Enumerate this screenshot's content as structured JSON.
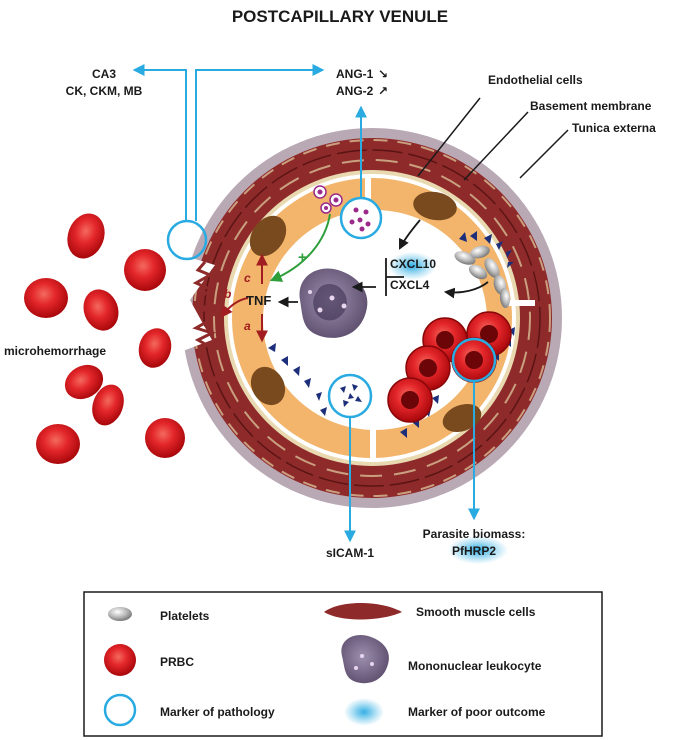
{
  "title": "POSTCAPILLARY VENULE",
  "markers": {
    "top_left_line1": "CA3",
    "top_left_line2": "CK, CKM, MB",
    "ang1": "ANG-1",
    "ang2": "ANG-2",
    "ang1_arrow": "↘",
    "ang2_arrow": "↗",
    "cxcl10": "CXCL10",
    "cxcl4": "CXCL4",
    "tnf": "TNF",
    "path_a": "a",
    "path_b": "b",
    "path_c": "c",
    "plus_sign": "+",
    "sicam": "sICAM-1",
    "parasite_line1": "Parasite biomass:",
    "parasite_line2": "PfHRP2",
    "microhemorrhage": "microhemorrhage"
  },
  "structure_labels": {
    "endothelial": "Endothelial cells",
    "basement": "Basement membrane",
    "tunica": "Tunica externa"
  },
  "legend": {
    "platelets": "Platelets",
    "smooth_muscle": "Smooth muscle cells",
    "prbc": "PRBC",
    "mononuclear": "Mononuclear leukocyte",
    "marker_pathology": "Marker of pathology",
    "marker_outcome": "Marker of poor outcome"
  },
  "colors": {
    "marker_blue": "#29abe2",
    "rbc_red": "#d7191c",
    "muscle": "#8f2a2a",
    "endothelium": "#f2b56b",
    "nucleus": "#7a4a1f",
    "leukocyte": "#7d6c8c",
    "red_arrow": "#a21d21",
    "green_arrow": "#2e9e3a"
  }
}
